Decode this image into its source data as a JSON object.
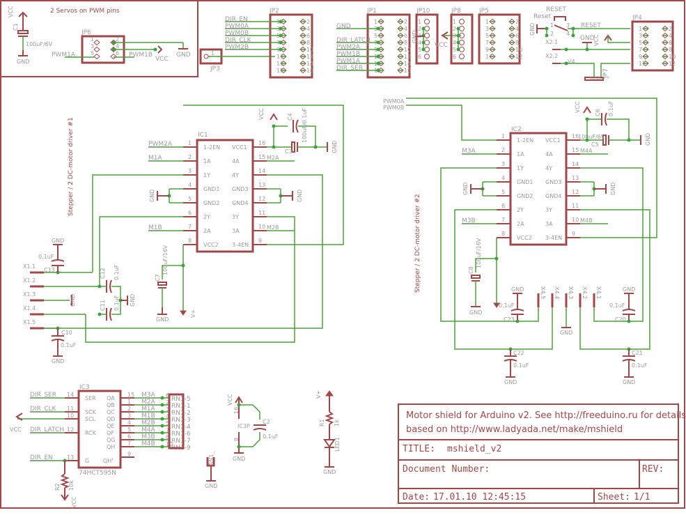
{
  "sheet": {
    "servo_note": "2 Servos on PWM pins",
    "c1": {
      "name": "C1",
      "value": "100uF/6V",
      "vcc": "VCC",
      "gnd": "GND"
    },
    "jp6": {
      "name": "JP6",
      "pins": [
        "1",
        "2",
        "3",
        "4",
        "5",
        "6"
      ],
      "left_net": "PWM1A",
      "right_net": "PWM1B",
      "vcc": "VCC",
      "gnd": "GND"
    },
    "jp3": {
      "name": "JP3",
      "pin": "1"
    },
    "jp2": {
      "name": "JP2",
      "nets": [
        "DIR_EN",
        "PWM0A",
        "PWM0B",
        "DIR_CLK",
        "PWM2B"
      ],
      "pins_left": [
        "1",
        "3",
        "5",
        "7",
        "9",
        "11",
        "13",
        "15"
      ],
      "pins_right": [
        "2",
        "4",
        "6",
        "8",
        "10",
        "12",
        "14",
        "16"
      ]
    },
    "jp1": {
      "name": "JP1",
      "nets": [
        "GND",
        "DIR_LATCH",
        "PWM2A",
        "PWM1B",
        "PWM1A",
        "DIR_SER"
      ],
      "pins_left": [
        "1",
        "3",
        "5",
        "7",
        "9",
        "11",
        "13",
        "15"
      ],
      "pins_right": [
        "2",
        "4",
        "6",
        "8",
        "10",
        "12",
        "14",
        "16"
      ]
    },
    "jp10": {
      "name": "JP10",
      "pins": [
        "1",
        "2",
        "3",
        "4",
        "5",
        "6"
      ],
      "gnd": "GND",
      "vcc": "VCC"
    },
    "jp8": {
      "name": "JP8",
      "pins": [
        "1",
        "2",
        "3",
        "4",
        "5",
        "6"
      ]
    },
    "jp5": {
      "name": "JP5",
      "pins_left": [
        "1",
        "3",
        "5",
        "7",
        "9",
        "11"
      ],
      "pins_right": [
        "2",
        "4",
        "6",
        "8",
        "10",
        "12"
      ]
    },
    "reset": {
      "name": "RESET",
      "switch_label": "Reset",
      "net": "RESET",
      "gnd": "GND",
      "pins": [
        "1",
        "2",
        "3",
        "4"
      ]
    },
    "jp4": {
      "name": "JP4",
      "pins_left": [
        "1",
        "3",
        "5",
        "7",
        "9",
        "11"
      ],
      "pins_right": [
        "2",
        "4",
        "6",
        "8",
        "10",
        "12"
      ],
      "vcc": "VCC",
      "gnd": "GND"
    },
    "x2": {
      "x21": "X2.1",
      "x22": "X2.2",
      "v4": "V4"
    },
    "jp7": {
      "name": "JP7",
      "pins": [
        "3",
        "2",
        "1"
      ]
    },
    "ic1": {
      "name": "IC1",
      "driver_label": "Stepper / 2 DC-motor driver #1",
      "left_pins": [
        [
          "1",
          "1-2EN",
          "PWM2A"
        ],
        [
          "2",
          "1A",
          "M1A"
        ],
        [
          "3",
          "1Y",
          ""
        ],
        [
          "4",
          "GND1",
          ""
        ],
        [
          "5",
          "GND2",
          ""
        ],
        [
          "6",
          "2Y",
          ""
        ],
        [
          "7",
          "2A",
          "M1B"
        ],
        [
          "8",
          "VCC2",
          ""
        ]
      ],
      "right_pins": [
        [
          "16",
          "VCC1",
          ""
        ],
        [
          "15",
          "4A",
          "M2A"
        ],
        [
          "14",
          "4Y",
          ""
        ],
        [
          "13",
          "GND3",
          ""
        ],
        [
          "12",
          "GND4",
          ""
        ],
        [
          "11",
          "3Y",
          ""
        ],
        [
          "10",
          "3A",
          "M2B"
        ],
        [
          "9",
          "3-4EN",
          ""
        ]
      ],
      "c4": {
        "name": "C4",
        "value": "100uF/0.1uF"
      },
      "c3": {
        "name": "C3"
      },
      "vcc": "VCC",
      "gnd": "GND"
    },
    "ic2": {
      "name": "IC2",
      "driver_label": "Stepper / 2 DC-motor driver #2",
      "inputs": [
        "PWM0A",
        "PWM0B"
      ],
      "left_pins": [
        [
          "1",
          "1-2EN",
          ""
        ],
        [
          "2",
          "1A",
          "M3A"
        ],
        [
          "3",
          "1Y",
          ""
        ],
        [
          "4",
          "GND1",
          ""
        ],
        [
          "5",
          "GND2",
          ""
        ],
        [
          "6",
          "2Y",
          ""
        ],
        [
          "7",
          "2A",
          "M3B"
        ],
        [
          "8",
          "VCC2",
          ""
        ]
      ],
      "right_pins": [
        [
          "16",
          "VCC1",
          ""
        ],
        [
          "15",
          "4A",
          "M4A"
        ],
        [
          "14",
          "4Y",
          ""
        ],
        [
          "13",
          "GND3",
          ""
        ],
        [
          "12",
          "GND4",
          ""
        ],
        [
          "11",
          "3Y",
          ""
        ],
        [
          "10",
          "3A",
          "M4B"
        ],
        [
          "9",
          "3-4EN",
          ""
        ]
      ],
      "c6": {
        "name": "C6",
        "value": "0.1uF"
      },
      "c5": {
        "name": "C5",
        "value": "100uF/6V"
      },
      "vcc": "VCC",
      "gnd": "GND"
    },
    "x1": {
      "terms": [
        "X1.1",
        "X1.2",
        "X1.3",
        "X1.4",
        "X1.5"
      ]
    },
    "caps_left": {
      "c13": {
        "name": "C13",
        "value": "0.1uF"
      },
      "c12": {
        "name": "C12",
        "value": "0.1uF"
      },
      "c11": {
        "name": "C11",
        "value": "0.1uF"
      },
      "c10": {
        "name": "C10",
        "value": "0.1uF"
      },
      "c7": {
        "name": "C7",
        "value": "100uF/16V"
      },
      "v4": "V+",
      "gnd": "GND"
    },
    "x4": {
      "terms": [
        "X4.5",
        "X4.4",
        "X4.3",
        "X4.2",
        "X4.1"
      ]
    },
    "caps_right": {
      "c8": {
        "name": "C8",
        "value": "100uF/16V"
      },
      "c23": {
        "name": "C23",
        "value": "0.1uF"
      },
      "c20": {
        "name": "C20",
        "value": "0.1uF"
      },
      "c22": {
        "name": "C22",
        "value": "0.1uF"
      },
      "c21": {
        "name": "C21",
        "value": "0.1uF"
      },
      "v4": "V+",
      "gnd": "GND"
    },
    "ic3": {
      "name": "IC3",
      "part": "74HCT595N",
      "left_pins": [
        [
          "14",
          "SER",
          "DIR_SER"
        ],
        [
          "11",
          "SCK",
          "DIR_CLK"
        ],
        [
          "10",
          "SCL",
          ""
        ],
        [
          "12",
          "RCK",
          "DIR_LATCH"
        ],
        [
          "13",
          "G",
          "DIR_EN"
        ]
      ],
      "right_pins": [
        [
          "15",
          "QA",
          "M3A",
          "6",
          "RN1-5"
        ],
        [
          "1",
          "QB",
          "M2A",
          "2",
          "RN1-1"
        ],
        [
          "2",
          "QC",
          "M1A",
          "3",
          "RN1-2"
        ],
        [
          "3",
          "QD",
          "M1B",
          "4",
          "RN1-3"
        ],
        [
          "4",
          "QE",
          "M2B",
          "5",
          "RN1-4"
        ],
        [
          "5",
          "QF",
          "M4A",
          "7",
          "RN1-6"
        ],
        [
          "6",
          "QG",
          "M3B",
          "8",
          "RN1-7"
        ],
        [
          "7",
          "QH",
          "M4B",
          "10",
          "RN1-9"
        ]
      ],
      "qh_prime": [
        "9",
        "QH'"
      ],
      "vcc": "VCC",
      "r2": {
        "name": "R2",
        "value": "10k"
      }
    },
    "ic3p": {
      "name": "IC3P",
      "pin_vcc": "16",
      "pin_gnd": "8",
      "vcc": "VCC",
      "gnd": "GND",
      "vcc_pin_name": "VCC",
      "gnd_pin_name": "GND"
    },
    "c2": {
      "name": "C2",
      "value": "0.1uF"
    },
    "rn1": {
      "name": "RN1_",
      "pin": "1",
      "gnd": "GND"
    },
    "led": {
      "r1": "R1",
      "r1_value": "1k",
      "led": "LED1",
      "v4": "V+",
      "gnd": "GND"
    }
  },
  "title_block": {
    "description_line1": "Motor shield for Arduino v2. See http://freeduino.ru for details",
    "description_line2": "based on http://www.ladyada.net/make/mshield",
    "title_label": "TITLE:",
    "title_value": "mshield_v2",
    "doc_number_label": "Document Number:",
    "rev_label": "REV:",
    "date_label": "Date:",
    "date_value": "17.01.10 12:45:15",
    "sheet_label": "Sheet:",
    "sheet_value": "1/1"
  }
}
